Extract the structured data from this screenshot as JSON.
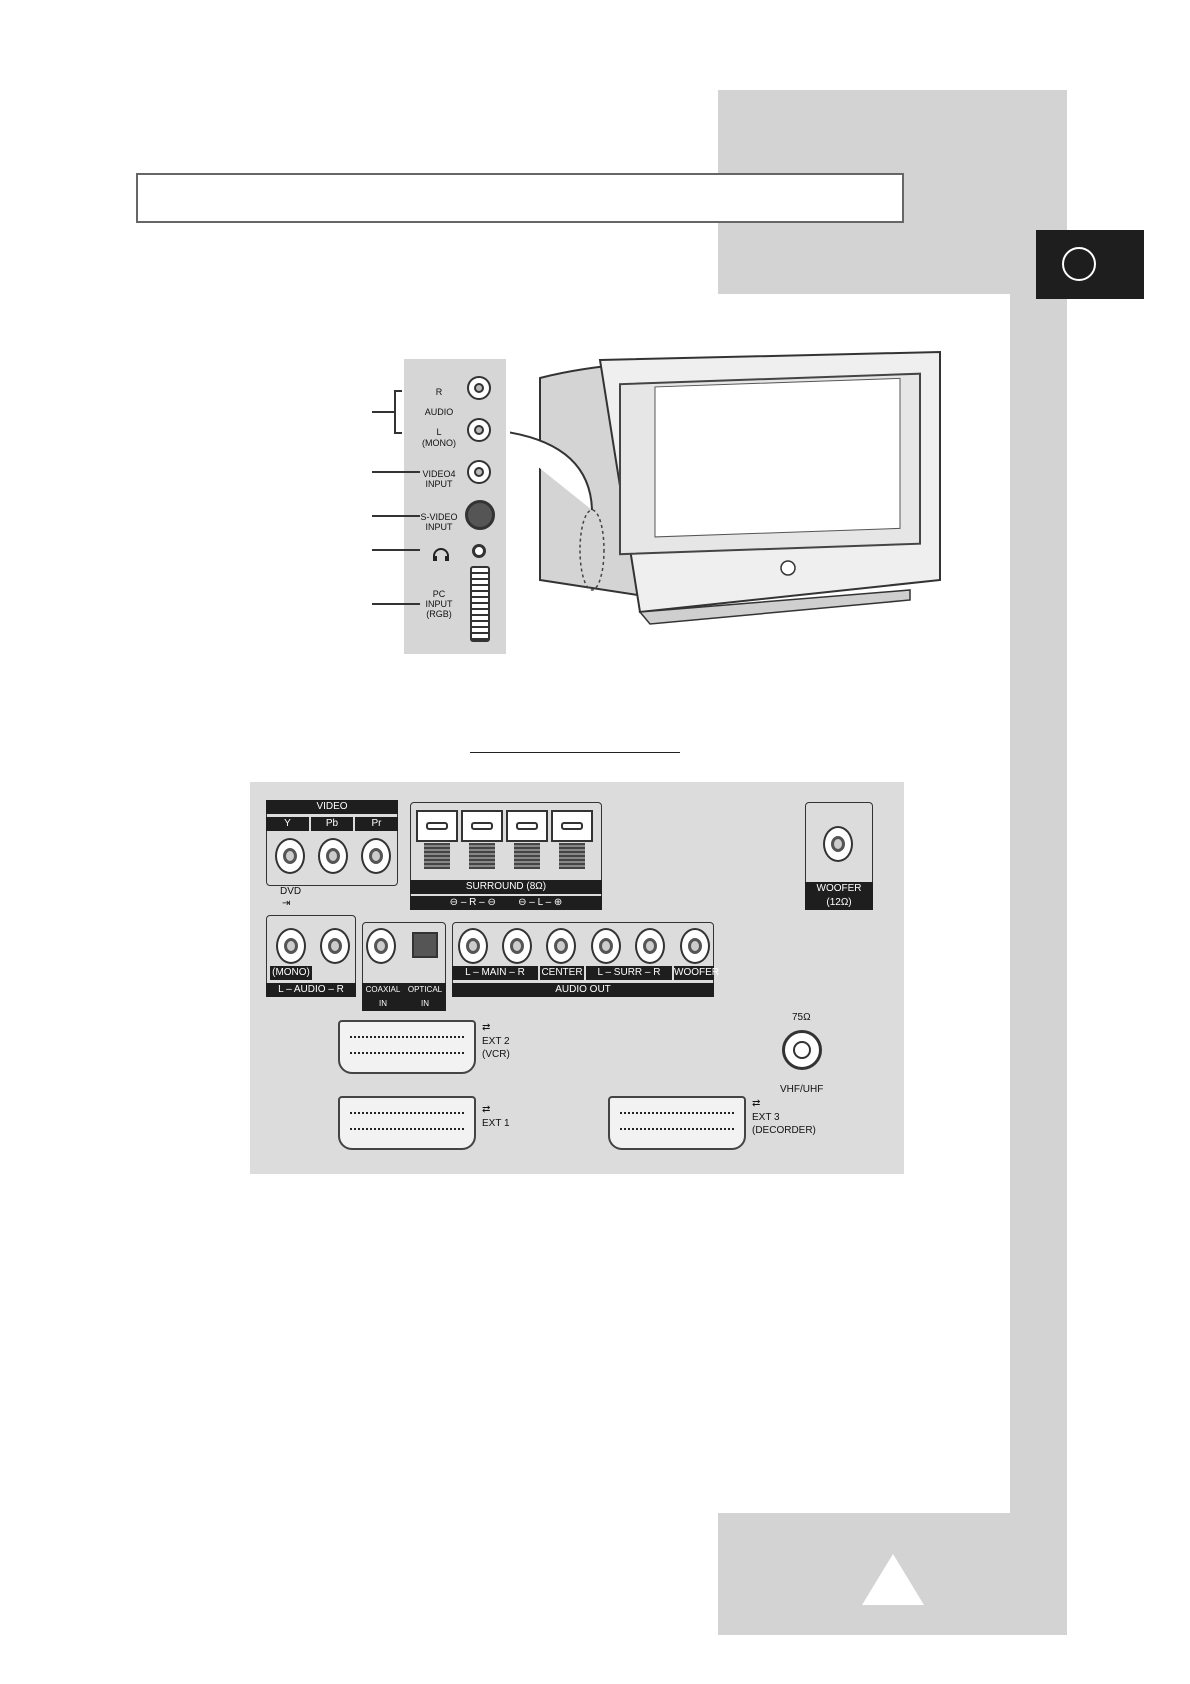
{
  "page": {
    "tab_marker": "",
    "side_panel": {
      "labels": {
        "audio_r": "R",
        "audio": "AUDIO",
        "audio_l": "L",
        "audio_mono": "(MONO)",
        "video4": "VIDEO4\nINPUT",
        "svideo": "S-VIDEO\nINPUT",
        "headphone_icon": "headphone-icon",
        "pc_input": "PC\nINPUT\n(RGB)"
      }
    },
    "rear_panel": {
      "video_header": "VIDEO",
      "video_cols": [
        "Y",
        "Pb",
        "Pr"
      ],
      "dvd_label": "DVD",
      "surround_label": "SURROUND (8Ω)",
      "surround_polarity": "⊖ – R – ⊖        ⊖ – L – ⊕",
      "woofer_12_label": "WOOFER (12Ω)",
      "mono_label": "(MONO)",
      "audio_lr_label": "L – AUDIO – R",
      "coaxial_in": "COAXIAL IN",
      "optical_in": "OPTICAL IN",
      "audio_out_cols": [
        "L – MAIN – R",
        "CENTER",
        "L – SURR – R",
        "WOOFER"
      ],
      "audio_out_label": "AUDIO OUT",
      "ext2_label": "EXT 2",
      "ext2_sub": "(VCR)",
      "ext1_label": "EXT 1",
      "ext3_label": "EXT 3",
      "ext3_sub": "(DECORDER)",
      "antenna_ohm": "75Ω",
      "antenna_label": "VHF/UHF"
    }
  },
  "colors": {
    "panel_gray": "#d3d3d3",
    "dark": "#1e1e1e"
  }
}
